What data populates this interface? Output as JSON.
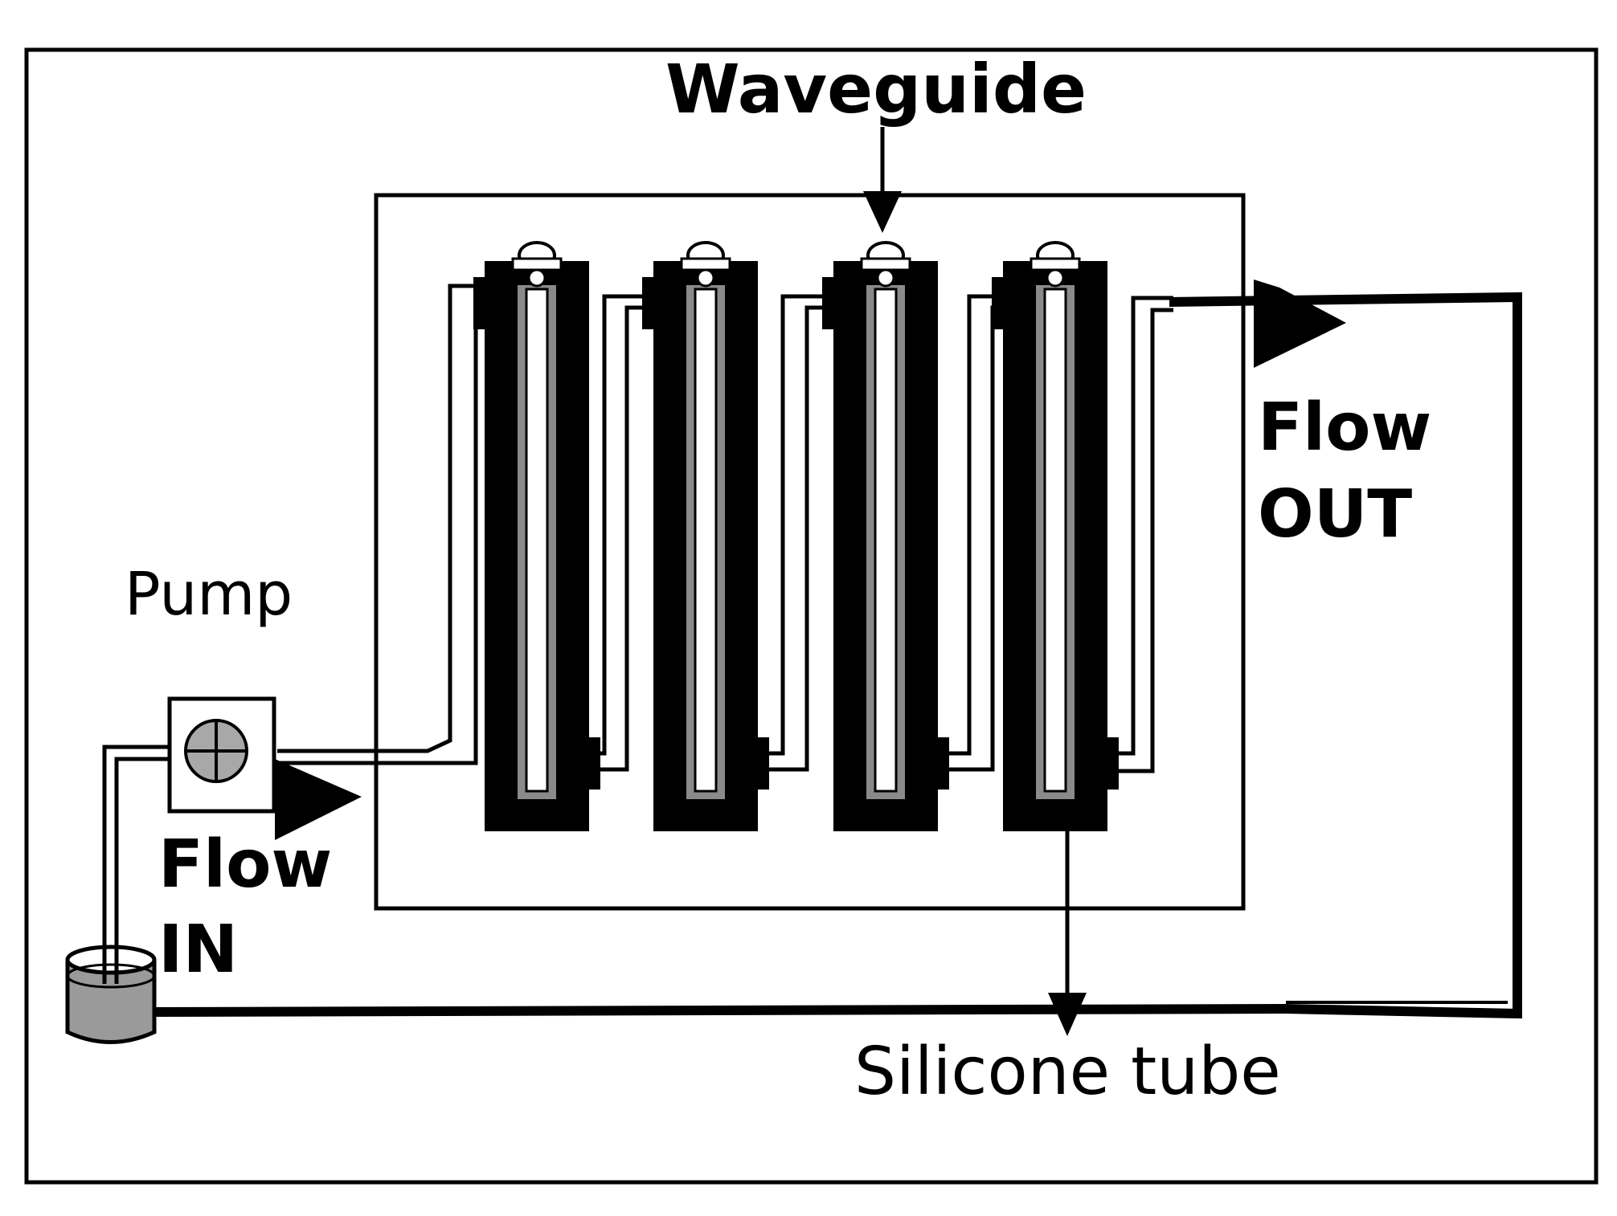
{
  "labels": {
    "waveguide": "Waveguide",
    "pump": "Pump",
    "flow_out_line1": "Flow",
    "flow_out_line2": "OUT",
    "flow_in_line1": "Flow",
    "flow_in_line2": "IN",
    "silicone_tube": "Silicone tube"
  },
  "colors": {
    "ink": "#000000",
    "background": "#ffffff",
    "pump_fill": "#a8a8a8",
    "reservoir_fill": "#9a9a9a",
    "channel_gray": "#8a8a8a"
  },
  "components": {
    "waveguide_count": 4
  }
}
